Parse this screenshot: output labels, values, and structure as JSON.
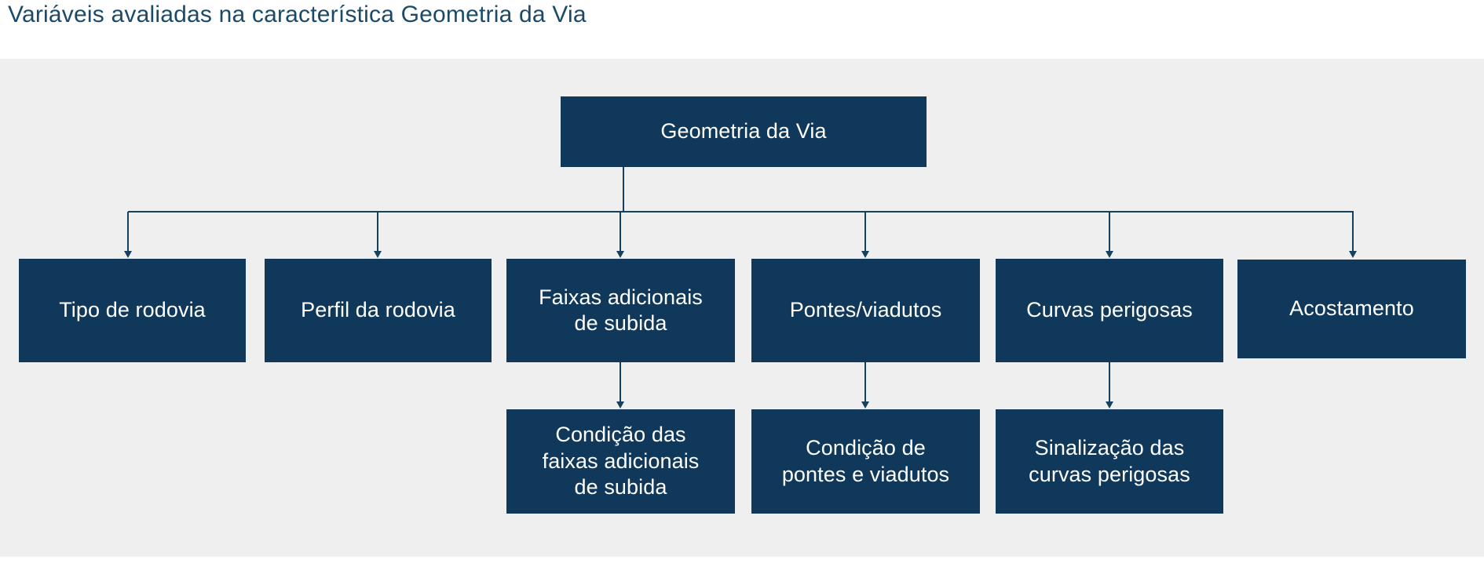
{
  "page": {
    "title": "Variáveis avaliadas na característica Geometria da Via",
    "background_color": "#ffffff",
    "panel_color": "#efefef",
    "node_color": "#10385a",
    "node_text_color": "#ffffff",
    "title_color": "#1b4a69",
    "connector_color": "#17405e"
  },
  "diagram": {
    "type": "tree",
    "root": {
      "label": "Geometria da Via"
    },
    "level2": [
      {
        "label": "Tipo de rodovia"
      },
      {
        "label": "Perfil da rodovia"
      },
      {
        "label_line1": "Faixas adicionais",
        "label_line2": "de subida"
      },
      {
        "label": "Pontes/viadutos"
      },
      {
        "label": "Curvas perigosas"
      },
      {
        "label": "Acostamento"
      }
    ],
    "level3": [
      {
        "label_line1": "Condição das",
        "label_line2": "faixas adicionais",
        "label_line3": "de subida",
        "parent": "Faixas adicionais de subida"
      },
      {
        "label_line1": "Condição de",
        "label_line2": "pontes e viadutos",
        "parent": "Pontes/viadutos"
      },
      {
        "label_line1": "Sinalização das",
        "label_line2": "curvas perigosas",
        "parent": "Curvas perigosas"
      }
    ]
  }
}
